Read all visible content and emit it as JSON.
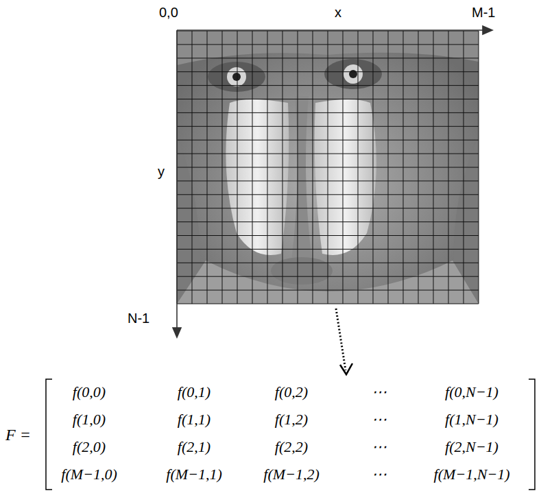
{
  "diagram": {
    "labels": [
      "0,0",
      "x",
      "M-1",
      "y",
      "N-1",
      "F =",
      "f(0,0)",
      "f(0,1)",
      "f(0,2)",
      "⋯",
      "f(0,N−1)",
      "f(1,0)",
      "f(1,1)",
      "f(1,2)",
      "⋯",
      "f(1,N−1)",
      "f(2,0)",
      "f(2,1)",
      "f(2,2)",
      "⋯",
      "f(2,N−1)",
      "f(M−1,0)",
      "f(M−1,1)",
      "f(M−1,2)",
      "⋯",
      "f(M−1,N−1)"
    ]
  }
}
